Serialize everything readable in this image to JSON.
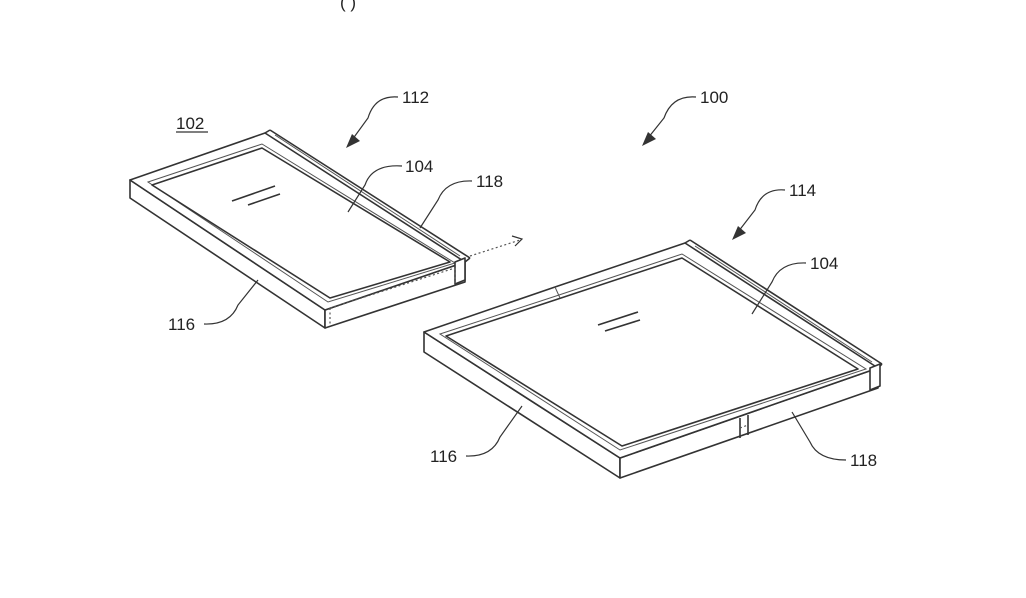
{
  "header": {
    "clipped_text": "(                                                                          )"
  },
  "labels": {
    "device_assembly": "100",
    "left_device": "102",
    "display_left": "104",
    "display_right": "104",
    "state_separated": "112",
    "state_joined": "114",
    "left_edge_left": "116",
    "left_edge_right": "116",
    "right_edge_left": "118",
    "right_edge_right": "118"
  },
  "colors": {
    "line": "#333333",
    "background": "#ffffff"
  }
}
